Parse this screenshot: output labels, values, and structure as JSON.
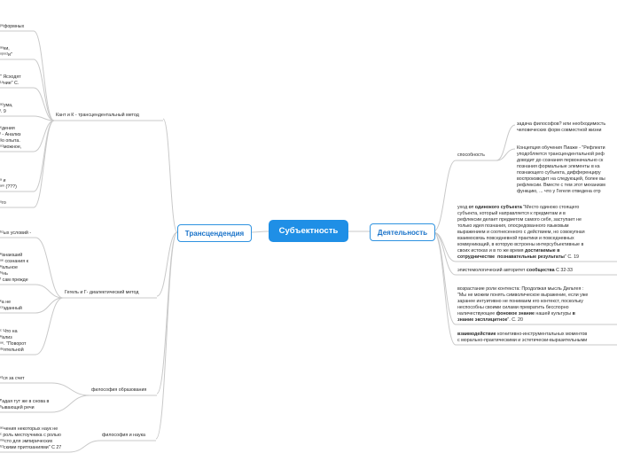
{
  "central": "Субъектность",
  "left": {
    "title": "Трансцендендия",
    "branches": [
      {
        "label": "Кант и К - трансцендентальный метод",
        "leaves": [
          [
            "ᵖᵉформных"
          ],
          [
            "ᵃᵘки,",
            "ᵒᵖᵒᶜᵗи\""
          ],
          [
            "\" Ясходят",
            "ᴸᵃние\" С."
          ],
          [
            "ᵃᶻума,",
            "ᴵ. 9"
          ],
          [
            "ᵉдения",
            "ᴵ - Анализ",
            "ᵍо опыта.",
            "ᵒᶻможное,"
          ],
          [
            "ᵃ и",
            "ᵃᵐ (???)"
          ],
          [
            "ᵒго"
          ]
        ]
      },
      {
        "label": "Гегель и Г- диалектический метод",
        "leaves": [
          [
            "ᵇᶻых условий -"
          ],
          [
            "ᴴанаюший",
            "ᵘᵉ сознания к",
            "ᴴальное",
            "ᶠᵉнь",
            "ᶠ сам прежде"
          ],
          [
            "ᵏа не",
            "ᶜᵒзданный"
          ],
          [
            "ᶜ Что на",
            "ᴴализ",
            "ᵘᵉ. \"Поворот",
            "ᵈᵉятельной"
          ]
        ]
      },
      {
        "label": "философия образования",
        "leaves": [
          [
            "ᵉᵗся за счет"
          ],
          [
            "ᴾадая тут же в снова в",
            "ᵇывающей речи"
          ]
        ]
      },
      {
        "label": "философия и наука",
        "leaves": [
          [
            "ᵃᶜчения некоторых наук не",
            "ᶜ роль местоучника с ролью",
            "ᵐᵉсто для эмпирических",
            "ᴵᶜᵗскими притязаниями\" С 27"
          ]
        ]
      }
    ]
  },
  "right": {
    "title": "Деятельность",
    "branches": [
      {
        "label": "способность",
        "leaves": [
          [
            "задача философов? или необходимость",
            "человеческих форм совместной жизни"
          ],
          [
            "Концепция обучения Пиаже - \"Рефлекти",
            "уподобляется трансцендентальной реф",
            "доводит до сознания первоначально ск",
            "познания формальные элементы в ка",
            "познающего субъекта, дифференциру",
            "воспроизводит на следующей, более вы",
            "рефлексии. Вместе с тем этот механизм",
            "функцию, ... что у Гегеля отведена отр"
          ]
        ]
      },
      {
        "label": "",
        "leaves": [
          [
            "уход <b>от одинокого субъекта</b> \"Место одиноко стоящего",
            "субъекта, который направляется к предметам и в",
            "рефлексии делает предметом самого себя, заступает не",
            "только идея познания, опосредованного языковым",
            "выражением и соотнесенного с действием, но совокупная",
            "взаимосвязь повседневной практики и повседневных",
            "коммуникаций, в которую встроены интерсубъективные в",
            "своих истоках и в то же время <b>достигаемые в</b>",
            "<b>сотрудничестве  познавательные результаты</b>\" С. 19"
          ],
          [
            "эпистемологический авторитет <b>сообщества</b> С 32-33"
          ],
          [
            "возрастание роли контекста: Продолжая мысль Дильтея :",
            "\"Мы не можем понять символическое выражение, если уже",
            "заранее интуитивно не понимаем его контекст, поскольку",
            "неспособны своими силами превратить бесспорно",
            "наличествующее <b>фоновое знание</b> нашей культуры <b>в</b>",
            "<b>знание эксплицитное</b>\". С. 20"
          ],
          [
            "<b>взаимодействие</b> когнитивно-инструментальных моментов",
            "с морально-практическими и эстетически-выразительными"
          ]
        ]
      }
    ]
  }
}
